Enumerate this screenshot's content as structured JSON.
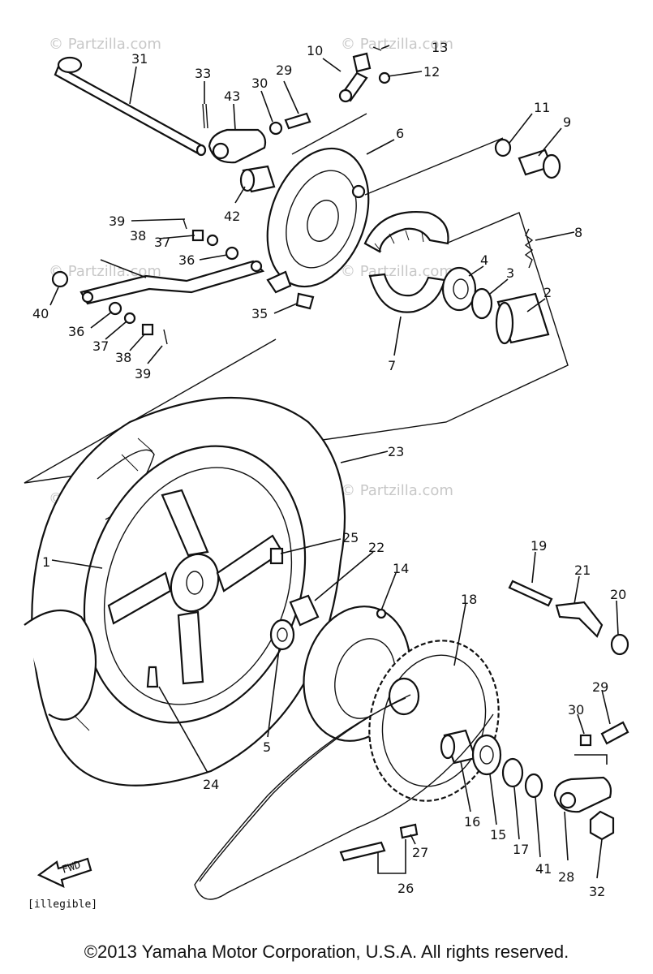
{
  "callouts": [
    "1",
    "2",
    "3",
    "4",
    "5",
    "6",
    "7",
    "8",
    "9",
    "10",
    "11",
    "12",
    "13",
    "14",
    "15",
    "16",
    "17",
    "18",
    "19",
    "20",
    "21",
    "22",
    "23",
    "24",
    "25",
    "26",
    "27",
    "28",
    "29",
    "29",
    "30",
    "30",
    "31",
    "32",
    "33",
    "35",
    "36",
    "36",
    "37",
    "37",
    "38",
    "38",
    "39",
    "39",
    "40",
    "41",
    "42",
    "43"
  ],
  "watermark": "© Partzilla.com",
  "fwd_label": "FWD",
  "diagram_code": "[illegible]",
  "copyright": "©2013 Yamaha Motor Corporation, U.S.A. All rights reserved."
}
